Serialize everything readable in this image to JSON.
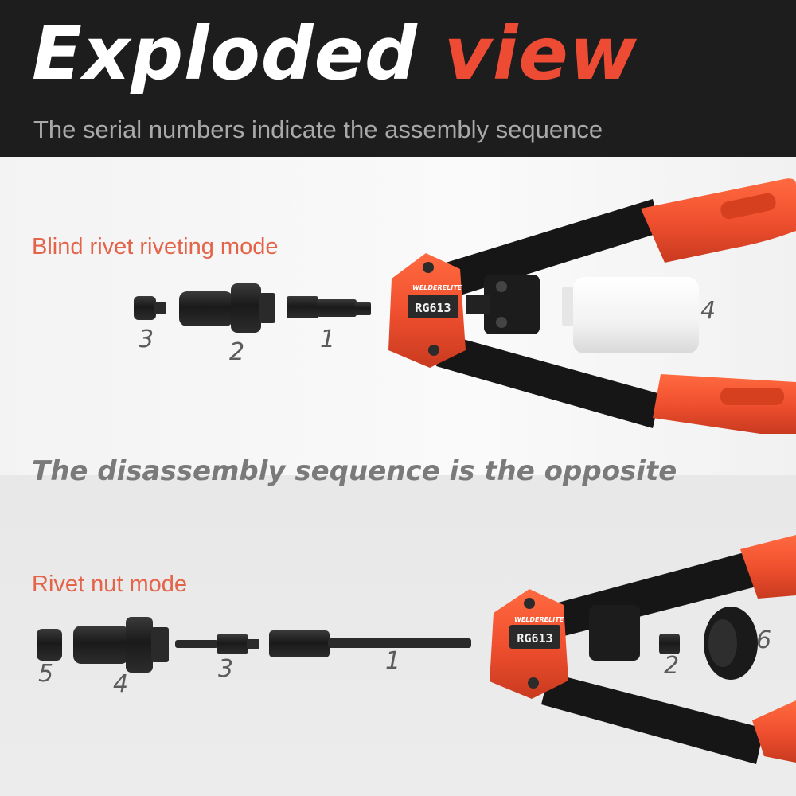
{
  "header": {
    "title_main": "Exploded",
    "title_accent": "view",
    "subtitle": "The serial numbers indicate the assembly sequence"
  },
  "colors": {
    "accent": "#ee4b34",
    "handle": "#f0502f",
    "label": "#e4644a",
    "header_bg": "#1d1d1d"
  },
  "section_blind": {
    "label": "Blind rivet riveting mode",
    "brand": "WELDERELITE",
    "model": "RG613",
    "numbers": [
      "3",
      "2",
      "1",
      "4"
    ]
  },
  "note": "The disassembly sequence is the opposite",
  "section_nut": {
    "label": "Rivet nut mode",
    "brand": "WELDERELITE",
    "model": "RG613",
    "numbers": [
      "5",
      "4",
      "3",
      "1",
      "2",
      "6"
    ]
  }
}
